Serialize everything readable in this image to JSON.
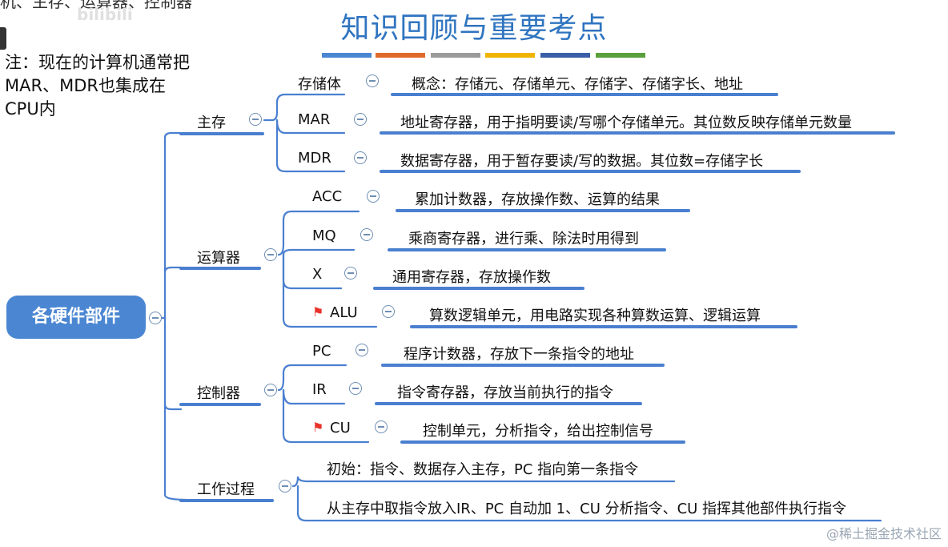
{
  "top_cut_text": "机、主存、运算器、控制器",
  "top_watermark": "bilibili",
  "title": "知识回顾与重要考点",
  "color_bars": [
    "#4a86d2",
    "#e06a2a",
    "#9b9b9b",
    "#f0b400",
    "#3a5fa8",
    "#5aa03c"
  ],
  "note": "注：现在的计算机通常把MAR、MDR也集成在CPU内",
  "root": "各硬件部件",
  "branches": [
    {
      "label": "主存",
      "children": [
        {
          "label": "存储体",
          "desc": "概念：存储元、存储单元、存储字、存储字长、地址",
          "flag": false
        },
        {
          "label": "MAR",
          "desc": "地址寄存器，用于指明要读/写哪个存储单元。其位数反映存储单元数量",
          "flag": false
        },
        {
          "label": "MDR",
          "desc": "数据寄存器，用于暂存要读/写的数据。其位数=存储字长",
          "flag": false
        }
      ]
    },
    {
      "label": "运算器",
      "children": [
        {
          "label": "ACC",
          "desc": "累加计数器，存放操作数、运算的结果",
          "flag": false
        },
        {
          "label": "MQ",
          "desc": "乘商寄存器，进行乘、除法时用得到",
          "flag": false
        },
        {
          "label": "X",
          "desc": "通用寄存器，存放操作数",
          "flag": false
        },
        {
          "label": "ALU",
          "desc": "算数逻辑单元，用电路实现各种算数运算、逻辑运算",
          "flag": true
        }
      ]
    },
    {
      "label": "控制器",
      "children": [
        {
          "label": "PC",
          "desc": "程序计数器，存放下一条指令的地址",
          "flag": false
        },
        {
          "label": "IR",
          "desc": "指令寄存器，存放当前执行的指令",
          "flag": false
        },
        {
          "label": "CU",
          "desc": "控制单元，分析指令，给出控制信号",
          "flag": true
        }
      ]
    },
    {
      "label": "工作过程",
      "children": [
        {
          "label": "初始：指令、数据存入主存，PC 指向第一条指令"
        },
        {
          "label": "从主存中取指令放入IR、PC 自动加 1、CU 分析指令、CU 指挥其他部件执行指令"
        }
      ]
    }
  ],
  "watermark": "@稀土掘金技术社区"
}
